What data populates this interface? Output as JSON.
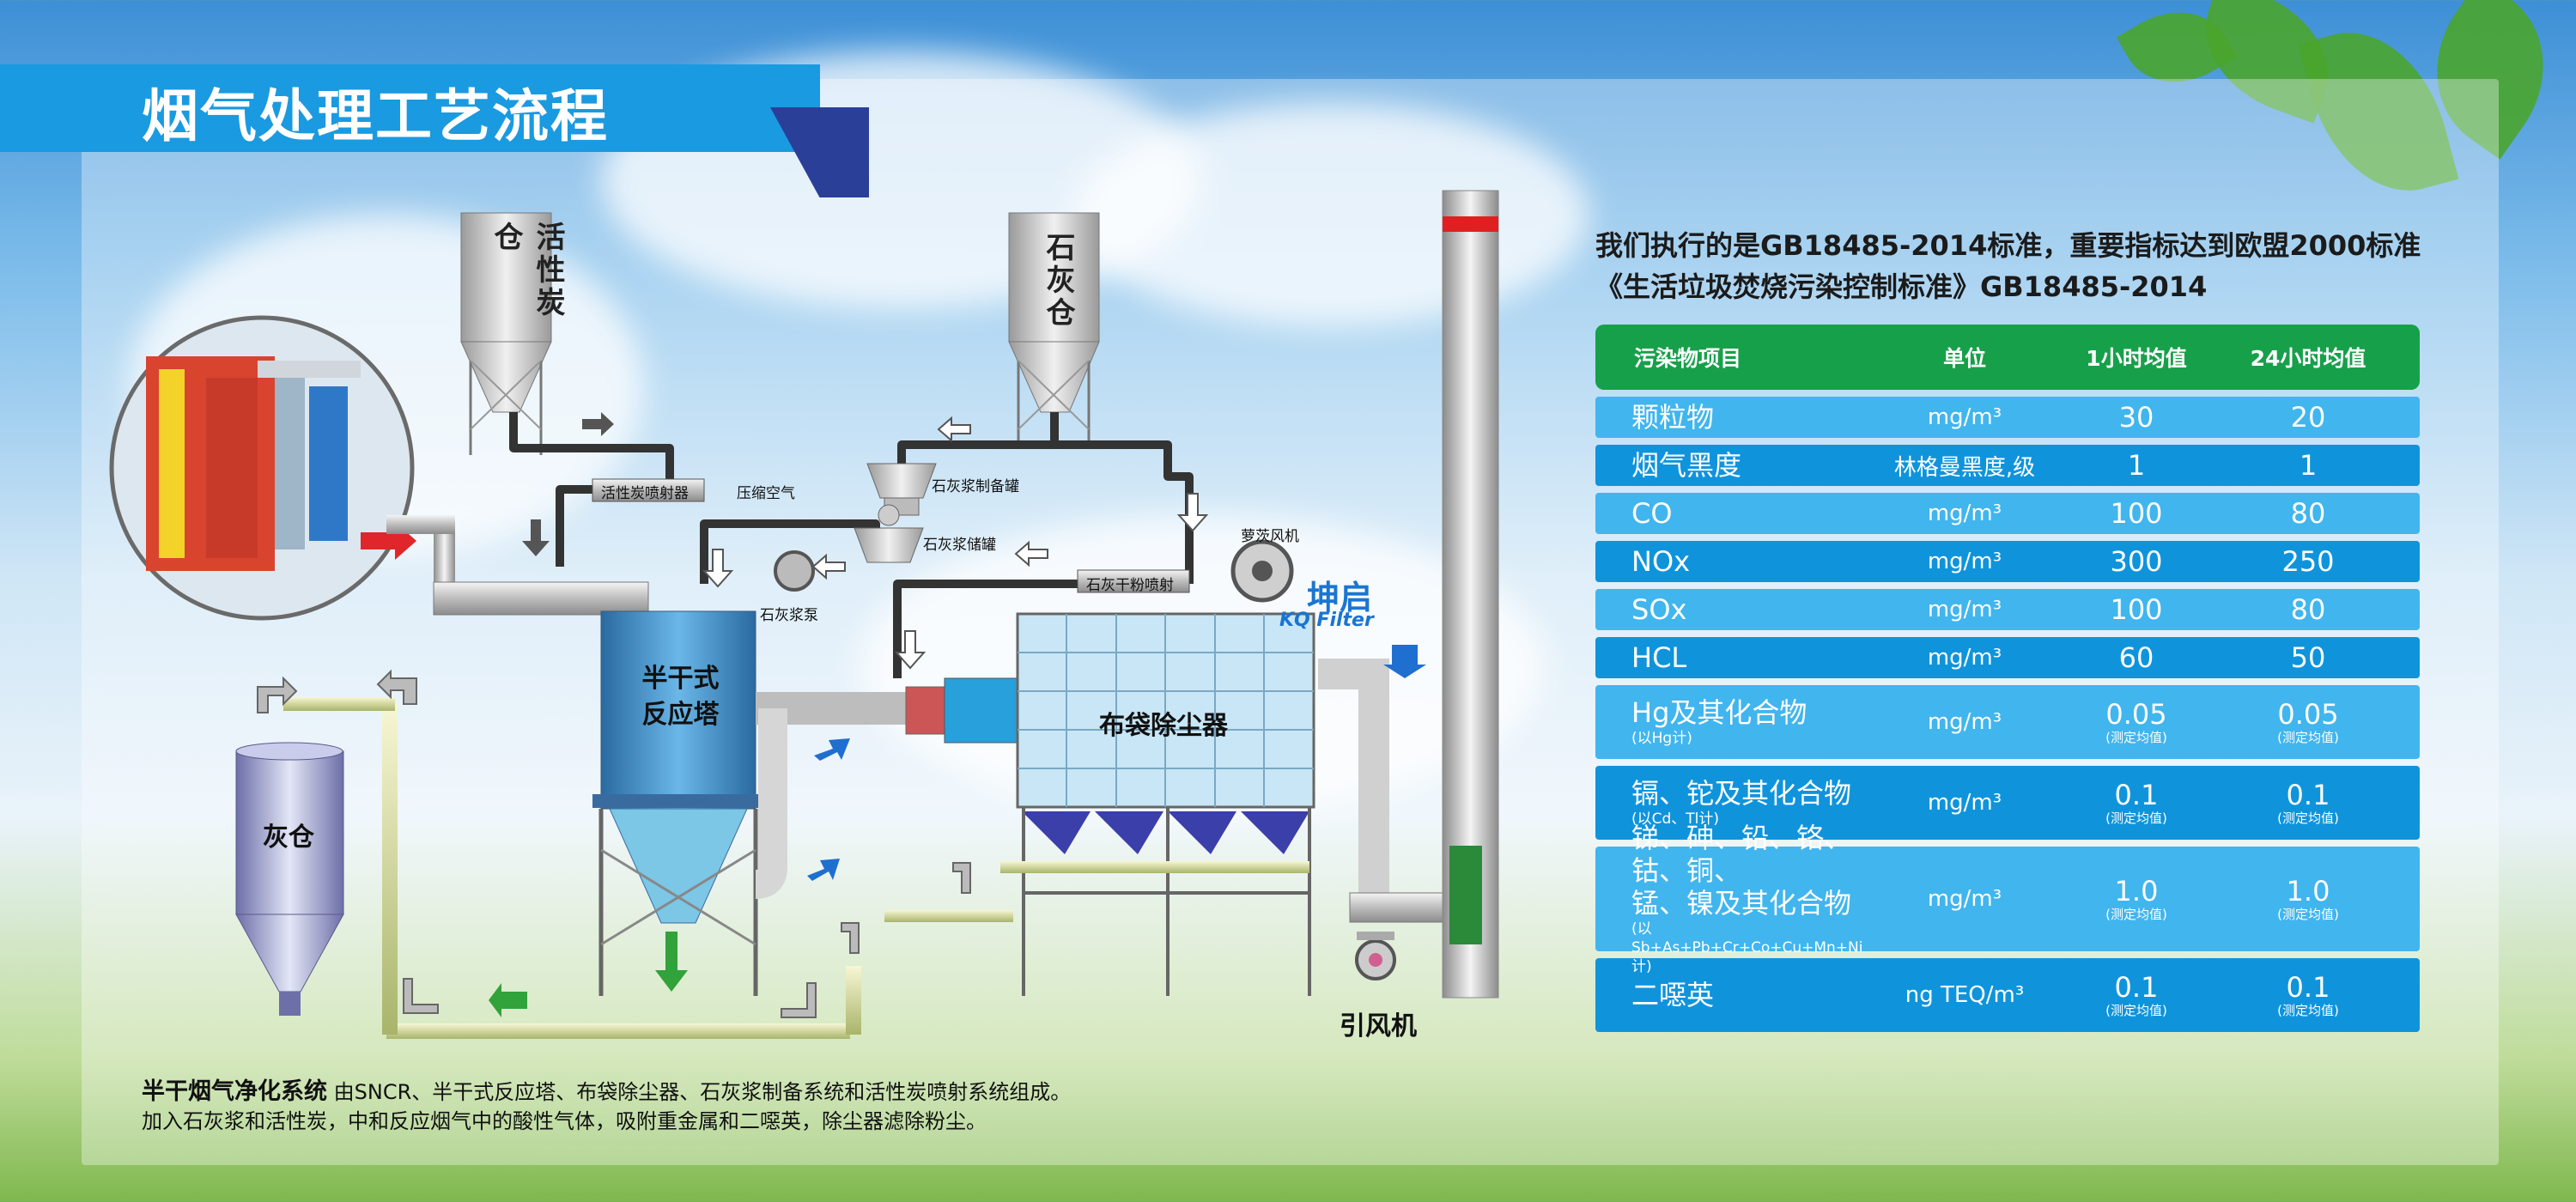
{
  "title": "烟气处理工艺流程",
  "colors": {
    "title_bg": "#1a9ae0",
    "table_header": "#17a04a",
    "row_a": "#41b5ee",
    "row_b": "#0f94dc"
  },
  "diagram": {
    "silo_carbon": "活性炭仓",
    "silo_lime": "石灰仓",
    "carbon_injector": "活性炭喷射器",
    "compressed_air": "压缩空气",
    "lime_slurry_prep": "石灰浆制备罐",
    "lime_slurry_store": "石灰浆储罐",
    "lime_slurry_pump": "石灰浆泵",
    "roots_blower": "萝茨风机",
    "dry_lime_injector": "石灰干粉喷射",
    "reactor": "半干式\n反应塔",
    "bag_filter": "布袋除尘器",
    "ash_silo": "灰仓",
    "fan": "引风机",
    "logo_cn": "坤启",
    "logo_en": "KQ Filter"
  },
  "standard": {
    "line1": "我们执行的是GB18485-2014标准，重要指标达到欧盟2000标准",
    "line2": "《生活垃圾焚烧污染控制标准》GB18485-2014"
  },
  "table": {
    "headers": [
      "污染物项目",
      "单位",
      "1小时均值",
      "24小时均值"
    ],
    "rows": [
      {
        "name": "颗粒物",
        "sub": "",
        "unit": "mg/m³",
        "h1": "30",
        "h1_sub": "",
        "h24": "20",
        "h24_sub": ""
      },
      {
        "name": "烟气黑度",
        "sub": "",
        "unit": "林格曼黑度,级",
        "h1": "1",
        "h1_sub": "",
        "h24": "1",
        "h24_sub": ""
      },
      {
        "name": "CO",
        "sub": "",
        "unit": "mg/m³",
        "h1": "100",
        "h1_sub": "",
        "h24": "80",
        "h24_sub": ""
      },
      {
        "name": "NOx",
        "sub": "",
        "unit": "mg/m³",
        "h1": "300",
        "h1_sub": "",
        "h24": "250",
        "h24_sub": ""
      },
      {
        "name": "SOx",
        "sub": "",
        "unit": "mg/m³",
        "h1": "100",
        "h1_sub": "",
        "h24": "80",
        "h24_sub": ""
      },
      {
        "name": "HCL",
        "sub": "",
        "unit": "mg/m³",
        "h1": "60",
        "h1_sub": "",
        "h24": "50",
        "h24_sub": ""
      },
      {
        "name": "Hg及其化合物",
        "sub": "(以Hg计)",
        "unit": "mg/m³",
        "h1": "0.05",
        "h1_sub": "(测定均值)",
        "h24": "0.05",
        "h24_sub": "(测定均值)"
      },
      {
        "name": "镉、铊及其化合物",
        "sub": "(以Cd、Tl计)",
        "unit": "mg/m³",
        "h1": "0.1",
        "h1_sub": "(测定均值)",
        "h24": "0.1",
        "h24_sub": "(测定均值)"
      },
      {
        "name": "锑、砷、铅、铬、钴、铜、\n锰、镍及其化合物",
        "sub": "(以Sb+As+Pb+Cr+Co+Cu+Mn+Ni计)",
        "unit": "mg/m³",
        "h1": "1.0",
        "h1_sub": "(测定均值)",
        "h24": "1.0",
        "h24_sub": "(测定均值)"
      },
      {
        "name": "二噁英",
        "sub": "",
        "unit": "ng TEQ/m³",
        "h1": "0.1",
        "h1_sub": "(测定均值)",
        "h24": "0.1",
        "h24_sub": "(测定均值)"
      }
    ]
  },
  "description": {
    "bold": "半干烟气净化系统",
    "line1": "由SNCR、半干式反应塔、布袋除尘器、石灰浆制备系统和活性炭喷射系统组成。",
    "line2": "加入石灰浆和活性炭，中和反应烟气中的酸性气体，吸附重金属和二噁英，除尘器滤除粉尘。"
  }
}
